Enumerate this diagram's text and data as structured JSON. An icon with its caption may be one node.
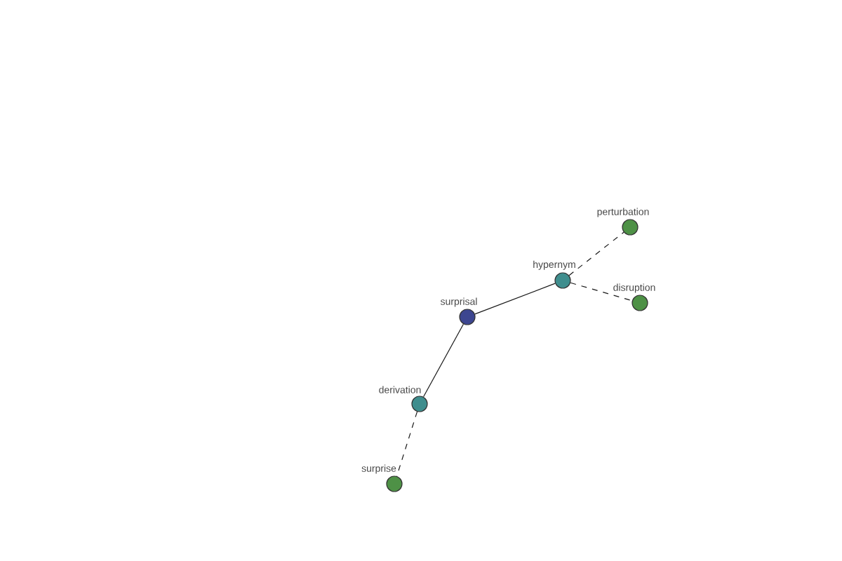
{
  "diagram": {
    "nodes": [
      {
        "text": [
          "perturbation"
        ]
      },
      {
        "text": [
          "hypernym"
        ]
      },
      {
        "text": [
          "disruption"
        ]
      },
      {
        "text": [
          "surprisal"
        ]
      },
      {
        "text": [
          "derivation"
        ]
      },
      {
        "text": [
          "surprise"
        ]
      }
    ],
    "edges": [
      {
        "from": 3,
        "to": 1,
        "arrow": "none"
      },
      {
        "from": 1,
        "to": 0,
        "arrow": "none",
        "style": "dashed"
      },
      {
        "from": 1,
        "to": 2,
        "arrow": "none",
        "style": "dashed"
      },
      {
        "from": 3,
        "to": 4,
        "arrow": "none"
      },
      {
        "from": 4,
        "to": 5,
        "arrow": "none",
        "style": "dashed"
      }
    ]
  }
}
